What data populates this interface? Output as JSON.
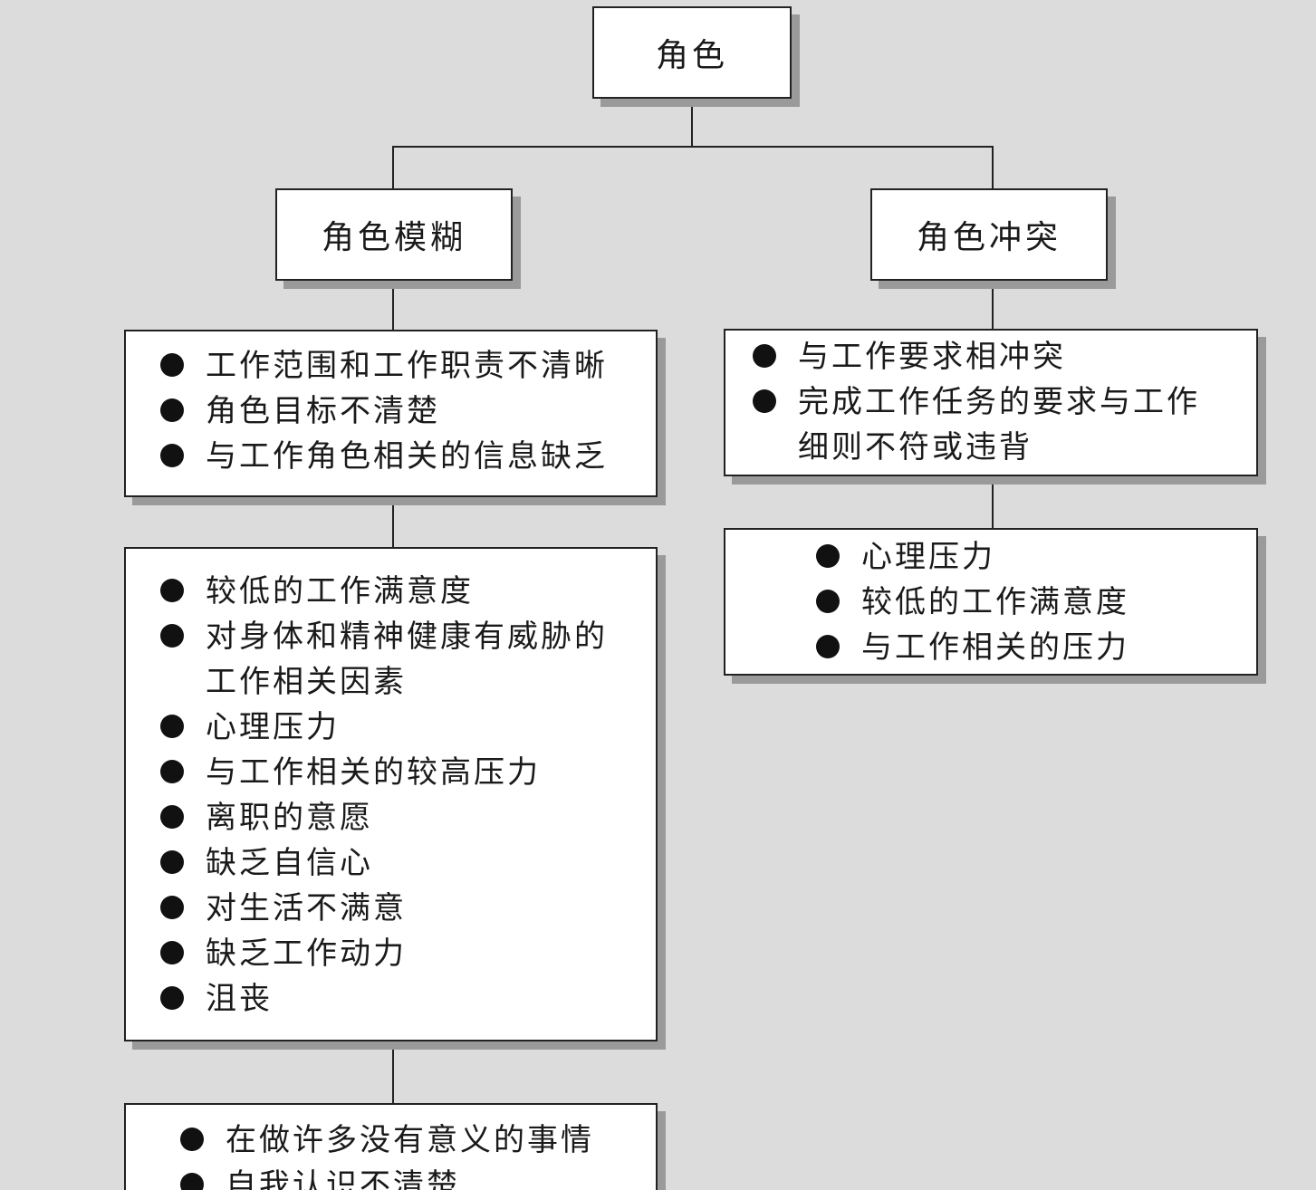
{
  "root": {
    "label": "角色"
  },
  "ambiguity": {
    "label": "角色模糊",
    "causes": [
      [
        "工作范围和工作职责不清晰"
      ],
      [
        "角色目标不清楚"
      ],
      [
        "与工作角色相关的信息缺乏"
      ]
    ],
    "effects": [
      [
        "较低的工作满意度"
      ],
      [
        "对身体和精神健康有威胁的",
        "工作相关因素"
      ],
      [
        "心理压力"
      ],
      [
        "与工作相关的较高压力"
      ],
      [
        "离职的意愿"
      ],
      [
        "缺乏自信心"
      ],
      [
        "对生活不满意"
      ],
      [
        "缺乏工作动力"
      ],
      [
        "沮丧"
      ]
    ],
    "outcomes": [
      [
        "在做许多没有意义的事情"
      ],
      [
        "自我认识不清楚"
      ]
    ]
  },
  "conflict": {
    "label": "角色冲突",
    "causes": [
      [
        "与工作要求相冲突"
      ],
      [
        "完成工作任务的要求与工作",
        "细则不符或违背"
      ]
    ],
    "effects": [
      [
        "心理压力"
      ],
      [
        "较低的工作满意度"
      ],
      [
        "与工作相关的压力"
      ]
    ]
  },
  "colors": {
    "background": "#dcdcdc",
    "box_fill": "#ffffff",
    "border": "#222222",
    "shadow": "#9a9a9a"
  }
}
